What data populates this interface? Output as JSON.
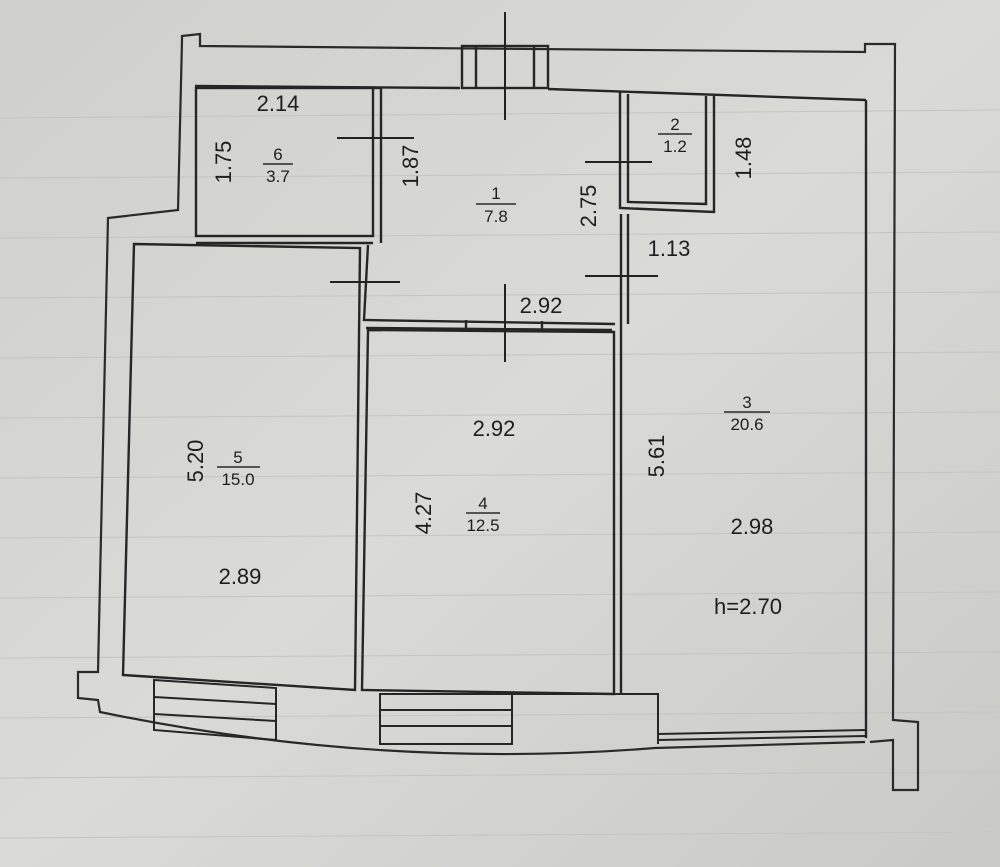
{
  "plan": {
    "height_note": "h=2.70",
    "rooms": [
      {
        "number": "1",
        "area": "7.8"
      },
      {
        "number": "2",
        "area": "1.2"
      },
      {
        "number": "3",
        "area": "20.6"
      },
      {
        "number": "4",
        "area": "12.5"
      },
      {
        "number": "5",
        "area": "15.0"
      },
      {
        "number": "6",
        "area": "3.7"
      }
    ],
    "dimensions": {
      "room6_width": "2.14",
      "room6_height": "1.75",
      "corridor_width_top": "1.87",
      "room1_height": "2.75",
      "room2_height": "1.48",
      "corridor_width": "1.13",
      "room1_width": "2.92",
      "room4_width": "2.92",
      "room4_height": "4.27",
      "room5_height": "5.20",
      "room5_width": "2.89",
      "room3_height": "5.61",
      "room3_width": "2.98"
    }
  }
}
